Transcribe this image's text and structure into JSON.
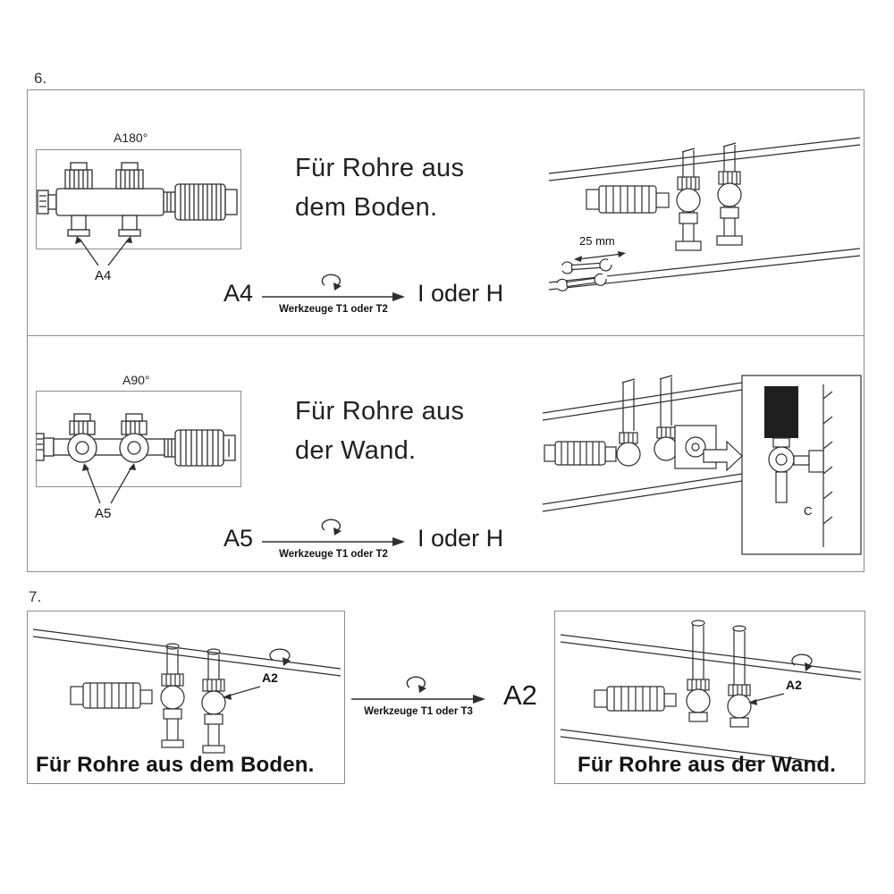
{
  "page": {
    "background": "#ffffff"
  },
  "colors": {
    "line": "#2e2e2e",
    "border": "#8d8d8d",
    "text": "#1b1b1b"
  },
  "step6": {
    "number": "6.",
    "floor_row": {
      "angle_label": "A180°",
      "part_label": "A4",
      "caption_line1": "Für Rohre aus",
      "caption_line2": "dem Boden.",
      "size_label": "25 mm",
      "action_part": "A4",
      "tools_label": "Werkzeuge T1 oder T2",
      "result_label": "I oder H"
    },
    "wall_row": {
      "angle_label": "A90°",
      "part_label": "A5",
      "caption_line1": "Für Rohre aus",
      "caption_line2": "der Wand.",
      "detail_label": "C",
      "action_part": "A5",
      "tools_label": "Werkzeuge T1 oder T2",
      "result_label": "I oder H"
    }
  },
  "step7": {
    "number": "7.",
    "floor_box": {
      "part_label": "A2",
      "caption": "Für Rohre aus dem Boden."
    },
    "action": {
      "tools_label": "Werkzeuge T1 oder T3",
      "result_label": "A2"
    },
    "wall_box": {
      "part_label": "A2",
      "caption": "Für Rohre aus der Wand."
    }
  },
  "icons": {
    "rotate_icon": "clockwise-rotation-arrow",
    "arrow_icon": "right-arrow",
    "wrench_icon": "open-end-wrench"
  }
}
